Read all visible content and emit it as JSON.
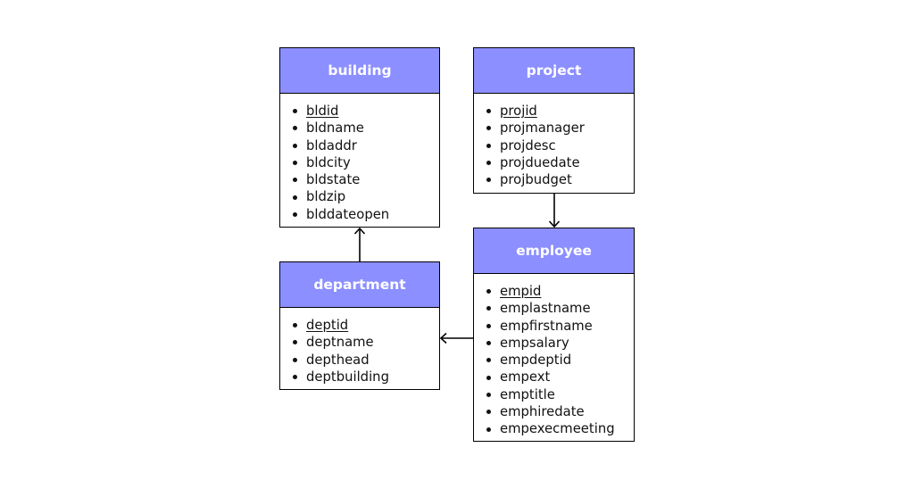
{
  "entities": {
    "building": {
      "title": "building",
      "attributes": [
        "bldid",
        "bldname",
        "bldaddr",
        "bldcity",
        "bldstate",
        "bldzip",
        "blddateopen"
      ]
    },
    "project": {
      "title": "project",
      "attributes": [
        "projid",
        "projmanager",
        "projdesc",
        "projduedate",
        "projbudget"
      ]
    },
    "department": {
      "title": "department",
      "attributes": [
        "deptid",
        "deptname",
        "depthead",
        "deptbuilding"
      ]
    },
    "employee": {
      "title": "employee",
      "attributes": [
        "empid",
        "emplastname",
        "empfirstname",
        "empsalary",
        "empdeptid",
        "empext",
        "emptitle",
        "emphiredate",
        "empexecmeeting"
      ]
    }
  },
  "relationships": [
    {
      "from": "department",
      "to": "building"
    },
    {
      "from": "project",
      "to": "employee"
    },
    {
      "from": "employee",
      "to": "department"
    }
  ],
  "colors": {
    "header": "#8c8fff",
    "header_text": "#ffffff",
    "border": "#000000"
  }
}
